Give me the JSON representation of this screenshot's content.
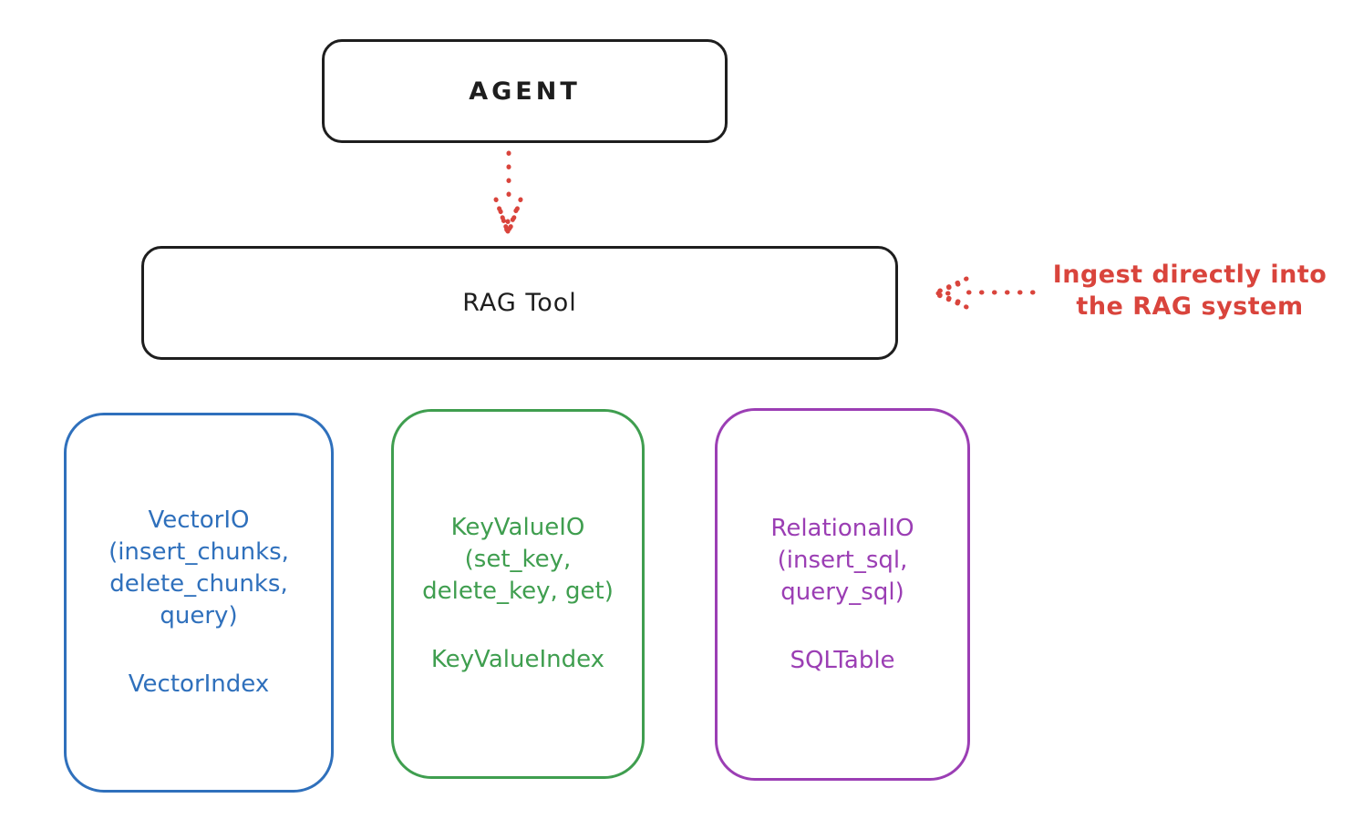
{
  "colors": {
    "ink": "#1e1e1e",
    "red": "#d9443c",
    "blue": "#2f70bc",
    "green": "#3f9e4f",
    "purple": "#9b3eb4"
  },
  "nodes": {
    "agent": {
      "label": "AGENT"
    },
    "rag_tool": {
      "label": "RAG Tool"
    }
  },
  "annotation": {
    "lines": [
      "Ingest directly into",
      "the RAG system"
    ]
  },
  "cards": [
    {
      "name": "VectorIO",
      "color": "#2f70bc",
      "lines": [
        "VectorIO",
        "(insert_chunks,",
        "delete_chunks,",
        "query)"
      ],
      "index_label": "VectorIndex"
    },
    {
      "name": "KeyValueIO",
      "color": "#3f9e4f",
      "lines": [
        "KeyValueIO",
        "(set_key,",
        "delete_key, get)"
      ],
      "index_label": "KeyValueIndex"
    },
    {
      "name": "RelationalIO",
      "color": "#9b3eb4",
      "lines": [
        "RelationalIO",
        "(insert_sql,",
        "query_sql)"
      ],
      "index_label": "SQLTable"
    }
  ]
}
